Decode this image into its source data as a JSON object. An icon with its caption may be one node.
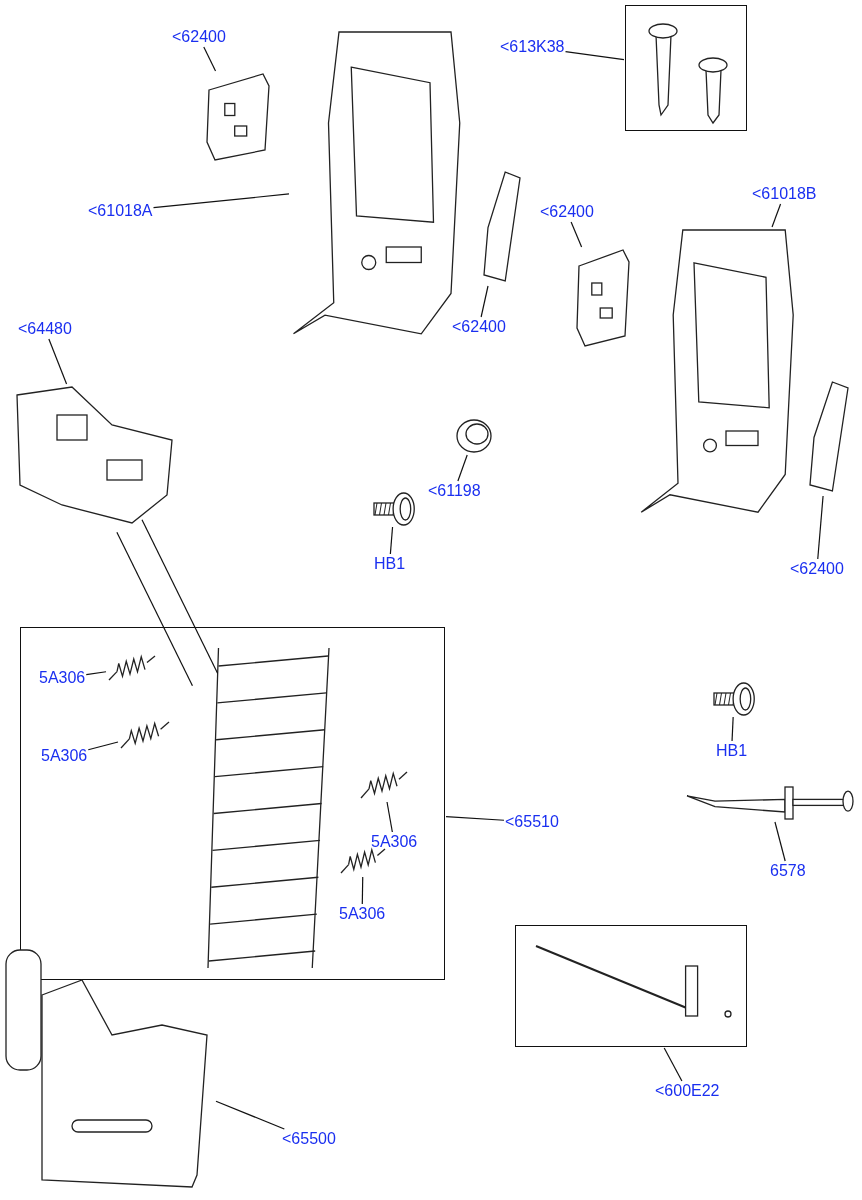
{
  "diagram": {
    "nodes": [
      {
        "text": [
          "<62400"
        ]
      },
      {
        "text": [],
        "shape": "picture"
      },
      {
        "text": [],
        "shape": "box"
      },
      {
        "text": [],
        "shape": "picture",
        "in": 2
      },
      {
        "text": [
          "<613K38"
        ]
      },
      {
        "text": [
          "<61018A"
        ]
      },
      {
        "text": [],
        "shape": "picture"
      },
      {
        "text": [
          "<62400"
        ]
      },
      {
        "text": [],
        "shape": "picture"
      },
      {
        "text": [
          "<61018B"
        ]
      },
      {
        "text": [],
        "shape": "picture"
      },
      {
        "text": [],
        "shape": "picture"
      },
      {
        "text": [
          "<62400"
        ]
      },
      {
        "text": [
          "<64480"
        ]
      },
      {
        "text": [],
        "shape": "picture"
      },
      {
        "text": [],
        "shape": "picture"
      },
      {
        "text": [
          "<61198"
        ]
      },
      {
        "text": [],
        "shape": "picture"
      },
      {
        "text": [
          "HB1"
        ]
      },
      {
        "text": [
          "<62400"
        ]
      },
      {
        "text": [],
        "shape": "picture"
      },
      {
        "text": [],
        "shape": "box"
      },
      {
        "text": [
          "5A306"
        ],
        "in": 21
      },
      {
        "text": [],
        "shape": "picture",
        "in": 21
      },
      {
        "text": [
          "5A306"
        ],
        "in": 21
      },
      {
        "text": [],
        "shape": "picture",
        "in": 21
      },
      {
        "text": [],
        "shape": "picture",
        "in": 21
      },
      {
        "text": [],
        "shape": "picture",
        "in": 21
      },
      {
        "text": [
          "5A306"
        ],
        "in": 21
      },
      {
        "text": [],
        "shape": "picture",
        "in": 21
      },
      {
        "text": [
          "5A306"
        ],
        "in": 21
      },
      {
        "text": [
          "<65510"
        ]
      },
      {
        "text": [],
        "shape": "picture"
      },
      {
        "text": [
          "HB1"
        ]
      },
      {
        "text": [],
        "shape": "picture"
      },
      {
        "text": [
          "6578"
        ]
      },
      {
        "text": [],
        "shape": "box"
      },
      {
        "text": [],
        "shape": "picture",
        "in": 36
      },
      {
        "text": [
          "<600E22"
        ]
      },
      {
        "text": [],
        "shape": "picture"
      },
      {
        "text": [
          "<65500"
        ]
      }
    ],
    "edges": [
      {
        "from": 0,
        "to": 1,
        "arrow": "none"
      },
      {
        "from": 4,
        "to": 2,
        "arrow": "none"
      },
      {
        "from": 5,
        "to": 6,
        "arrow": "none"
      },
      {
        "from": 7,
        "to": 8,
        "arrow": "none"
      },
      {
        "from": 9,
        "to": 10,
        "arrow": "none"
      },
      {
        "from": 12,
        "to": 11,
        "arrow": "none"
      },
      {
        "from": 13,
        "to": 14,
        "arrow": "none"
      },
      {
        "from": 16,
        "to": 15,
        "arrow": "none"
      },
      {
        "from": 18,
        "to": 17,
        "arrow": "none"
      },
      {
        "from": 19,
        "to": 20,
        "arrow": "none"
      },
      {
        "from": 22,
        "to": 23,
        "arrow": "none"
      },
      {
        "from": 24,
        "to": 25,
        "arrow": "none"
      },
      {
        "from": 28,
        "to": 27,
        "arrow": "none"
      },
      {
        "from": 30,
        "to": 29,
        "arrow": "none"
      },
      {
        "from": 31,
        "to": 21,
        "arrow": "none"
      },
      {
        "from": 33,
        "to": 32,
        "arrow": "none"
      },
      {
        "from": 35,
        "to": 34,
        "arrow": "none"
      },
      {
        "from": 38,
        "to": 36,
        "arrow": "none"
      },
      {
        "from": 40,
        "to": 39,
        "arrow": "none"
      },
      {
        "from": 14,
        "to": 26,
        "arrow": "none"
      },
      {
        "from": 14,
        "to": 26,
        "arrow": "none"
      }
    ]
  }
}
